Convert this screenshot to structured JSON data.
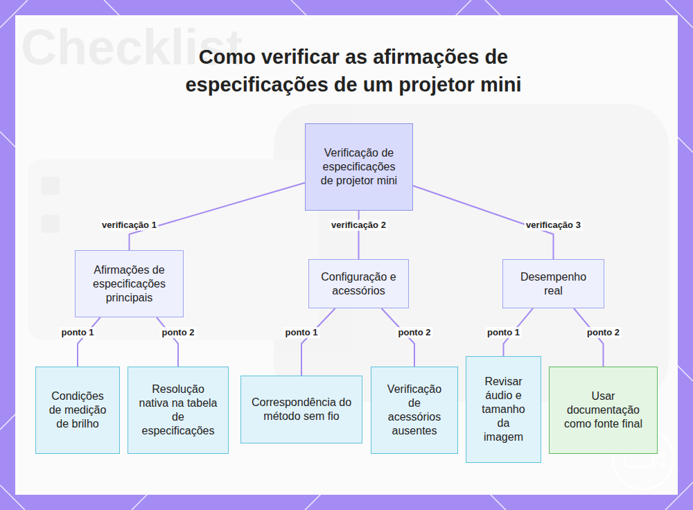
{
  "diagram": {
    "title": "Como verificar as afirmações de especificações de um projetor mini",
    "nodes": [
      {
        "text": [
          "Verificação de especificações de projetor mini"
        ]
      },
      {
        "text": [
          "Afirmações de especificações principais"
        ]
      },
      {
        "text": [
          "Configuração e acessórios"
        ]
      },
      {
        "text": [
          "Desempenho real"
        ]
      },
      {
        "text": [
          "Condições de medição de brilho"
        ]
      },
      {
        "text": [
          "Resolução nativa na tabela de especificações"
        ]
      },
      {
        "text": [
          "Correspondência do método sem fio"
        ]
      },
      {
        "text": [
          "Verificação de acessórios ausentes"
        ]
      },
      {
        "text": [
          "Revisar áudio e tamanho da imagem"
        ]
      },
      {
        "text": [
          "Usar documentação como fonte final"
        ]
      }
    ],
    "edges": [
      {
        "from": 0,
        "to": 1,
        "arrow": "none",
        "label": "verificação 1"
      },
      {
        "from": 0,
        "to": 2,
        "arrow": "none",
        "label": "verificação 2"
      },
      {
        "from": 0,
        "to": 3,
        "arrow": "none",
        "label": "verificação 3"
      },
      {
        "from": 1,
        "to": 4,
        "arrow": "none",
        "label": "ponto 1"
      },
      {
        "from": 1,
        "to": 5,
        "arrow": "none",
        "label": "ponto 2"
      },
      {
        "from": 2,
        "to": 6,
        "arrow": "none",
        "label": "ponto 1"
      },
      {
        "from": 2,
        "to": 7,
        "arrow": "none",
        "label": "ponto 2"
      },
      {
        "from": 3,
        "to": 8,
        "arrow": "none",
        "label": "ponto 1"
      },
      {
        "from": 3,
        "to": 9,
        "arrow": "none",
        "label": "ponto 2"
      }
    ],
    "labels": [
      "Checklist"
    ]
  }
}
